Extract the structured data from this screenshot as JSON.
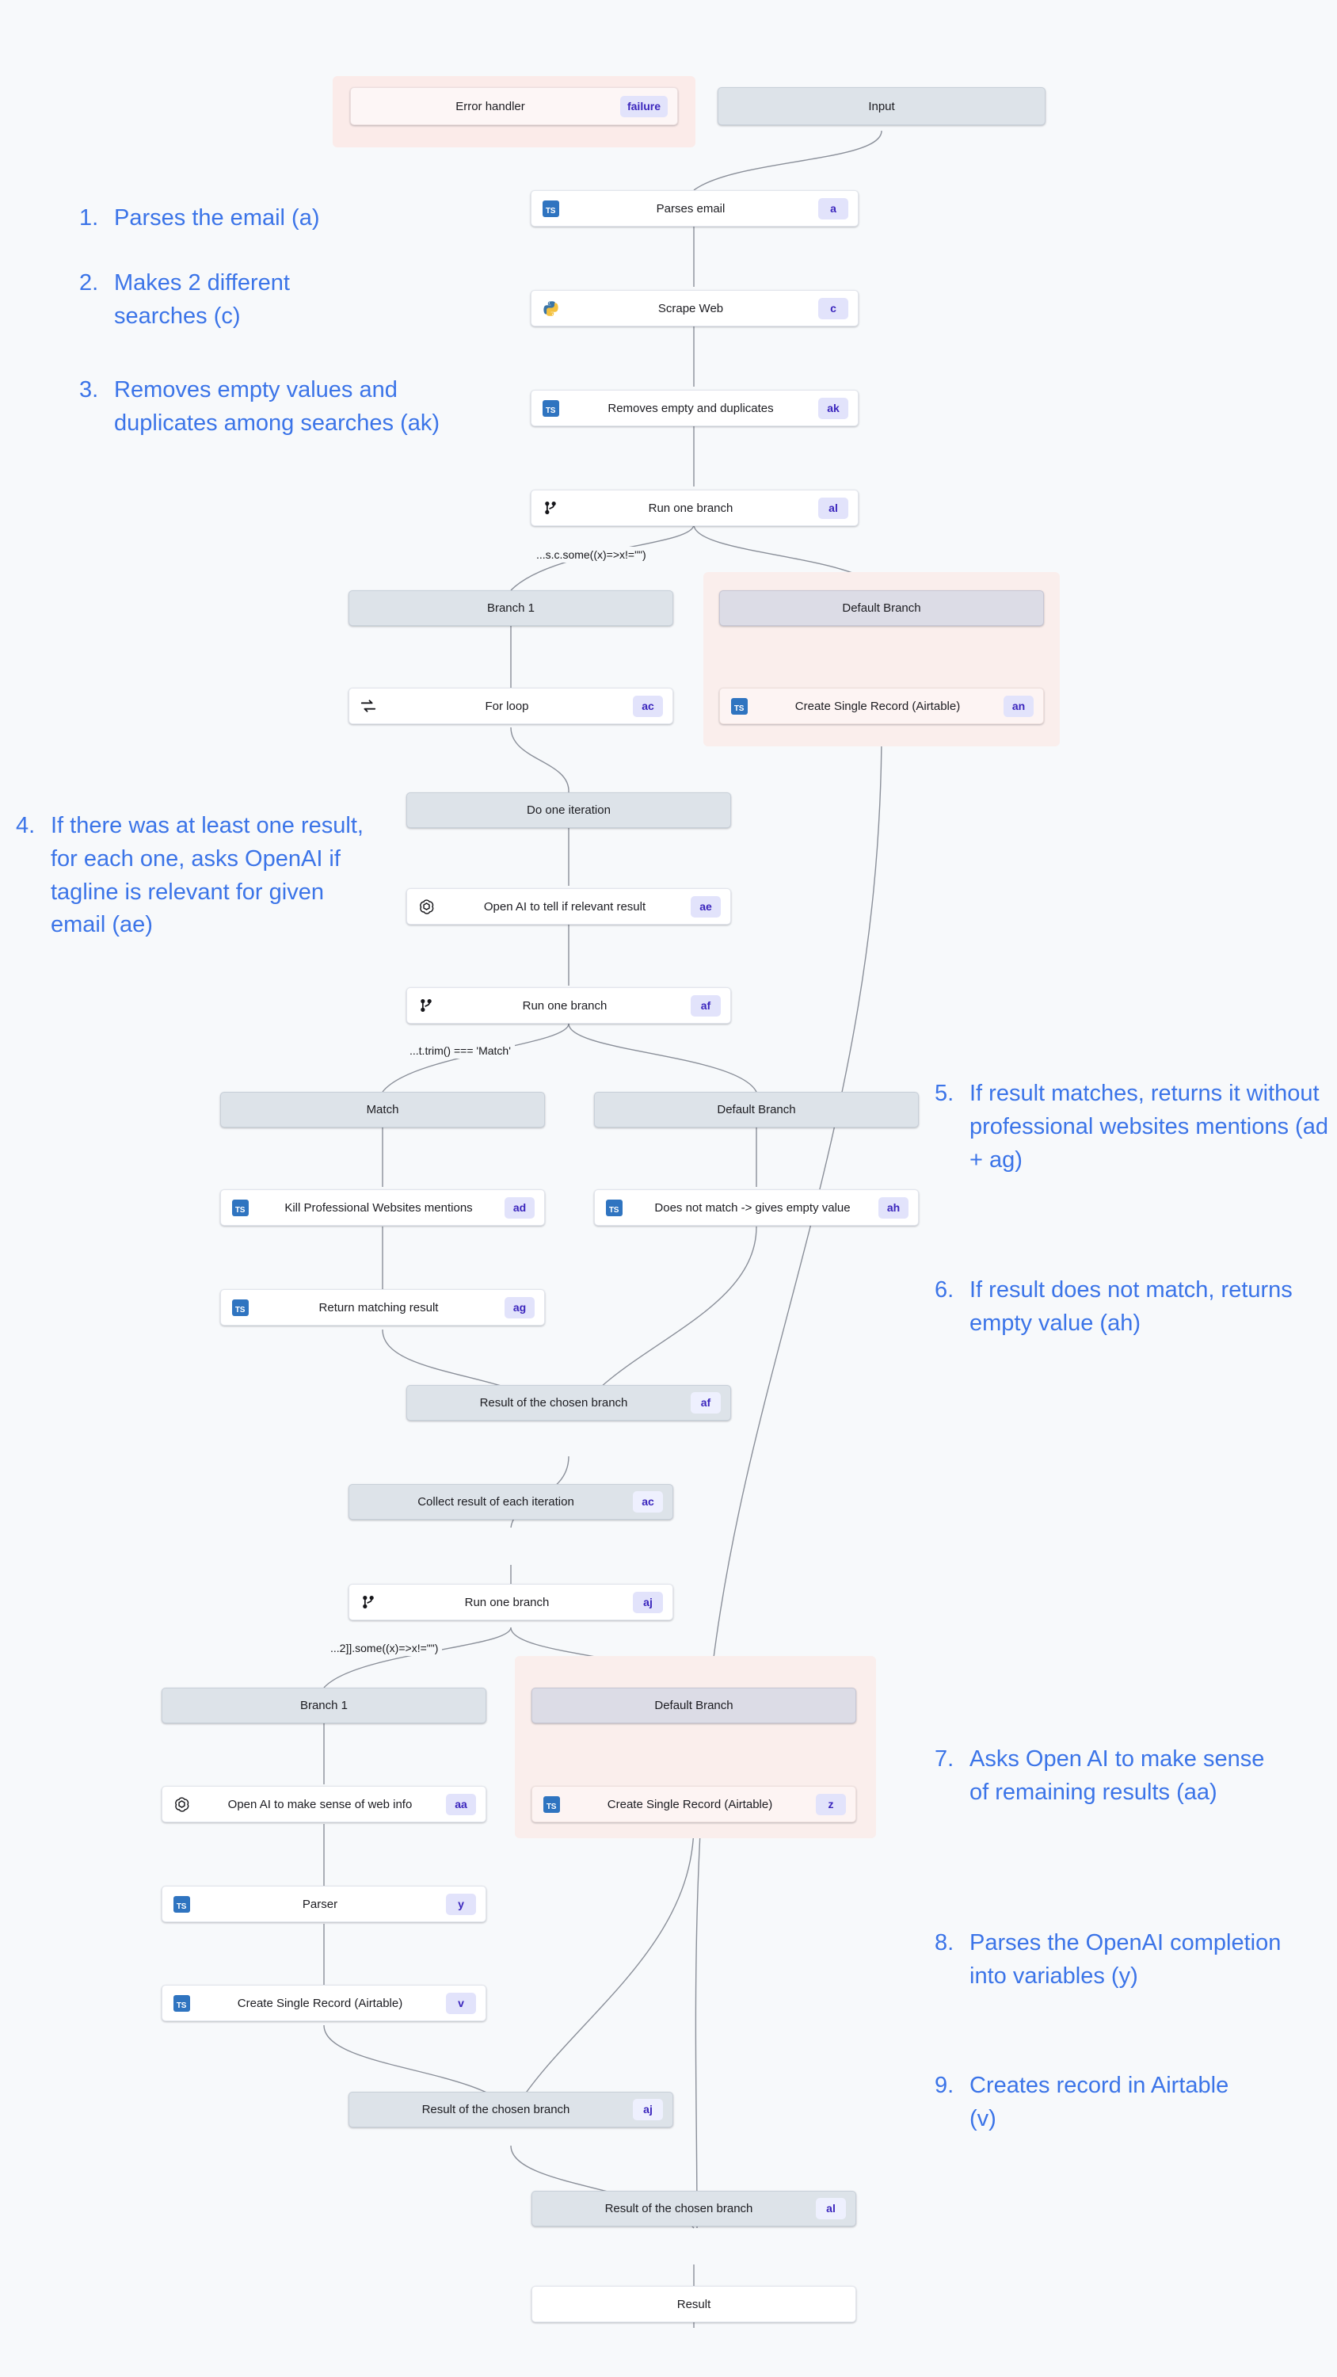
{
  "canvas": {
    "background": "#f7f9fb",
    "accent_blue": "#3b74e8",
    "badge_bg": "#e2e3fb",
    "badge_fg": "#3b26bd",
    "node_gray": "#dde3e9",
    "default_branch_gray": "#dcdce6",
    "pink_region": "#faeeec"
  },
  "nodes": {
    "error_handler": {
      "label": "Error handler",
      "badge": "failure",
      "icon": "none"
    },
    "input": {
      "label": "Input",
      "badge": "",
      "icon": "none"
    },
    "parses_email": {
      "label": "Parses email",
      "badge": "a",
      "icon": "typescript-icon"
    },
    "scrape_web": {
      "label": "Scrape Web",
      "badge": "c",
      "icon": "python-icon"
    },
    "removes_empty": {
      "label": "Removes empty and duplicates",
      "badge": "ak",
      "icon": "typescript-icon"
    },
    "run_one_branch_al": {
      "label": "Run one branch",
      "badge": "al",
      "icon": "branch-icon"
    },
    "branch_1_top": {
      "label": "Branch 1",
      "badge": "",
      "icon": "none"
    },
    "default_branch_top": {
      "label": "Default Branch",
      "badge": "",
      "icon": "none"
    },
    "for_loop": {
      "label": "For loop",
      "badge": "ac",
      "icon": "loop-icon"
    },
    "create_record_an": {
      "label": "Create Single Record (Airtable)",
      "badge": "an",
      "icon": "typescript-icon"
    },
    "do_one_iteration": {
      "label": "Do one iteration",
      "badge": "",
      "icon": "none"
    },
    "openai_relevant": {
      "label": "Open AI to tell if relevant result",
      "badge": "ae",
      "icon": "openai-icon"
    },
    "run_one_branch_af": {
      "label": "Run one branch",
      "badge": "af",
      "icon": "branch-icon"
    },
    "match": {
      "label": "Match",
      "badge": "",
      "icon": "none"
    },
    "default_branch_mid": {
      "label": "Default Branch",
      "badge": "",
      "icon": "none"
    },
    "kill_mentions": {
      "label": "Kill Professional Websites mentions",
      "badge": "ad",
      "icon": "typescript-icon"
    },
    "does_not_match": {
      "label": "Does not match -> gives empty value",
      "badge": "ah",
      "icon": "typescript-icon"
    },
    "return_matching": {
      "label": "Return matching result",
      "badge": "ag",
      "icon": "typescript-icon"
    },
    "result_chosen_af": {
      "label": "Result of the chosen branch",
      "badge": "af",
      "icon": "none"
    },
    "collect_result": {
      "label": "Collect result of each iteration",
      "badge": "ac",
      "icon": "none"
    },
    "run_one_branch_aj": {
      "label": "Run one branch",
      "badge": "aj",
      "icon": "branch-icon"
    },
    "branch_1_bottom": {
      "label": "Branch 1",
      "badge": "",
      "icon": "none"
    },
    "default_branch_bottom": {
      "label": "Default Branch",
      "badge": "",
      "icon": "none"
    },
    "openai_web_info": {
      "label": "Open AI to make sense of web info",
      "badge": "aa",
      "icon": "openai-icon"
    },
    "create_record_z": {
      "label": "Create Single Record (Airtable)",
      "badge": "z",
      "icon": "typescript-icon"
    },
    "parser": {
      "label": "Parser",
      "badge": "y",
      "icon": "typescript-icon"
    },
    "create_record_v": {
      "label": "Create Single Record (Airtable)",
      "badge": "v",
      "icon": "typescript-icon"
    },
    "result_chosen_aj": {
      "label": "Result of the chosen branch",
      "badge": "aj",
      "icon": "none"
    },
    "result_chosen_al": {
      "label": "Result of the chosen branch",
      "badge": "al",
      "icon": "none"
    },
    "result": {
      "label": "Result",
      "badge": "",
      "icon": "none"
    }
  },
  "conditions": {
    "cond_al": "...s.c.some((x)=>x!=\"\")",
    "cond_af": "...t.trim() === 'Match'",
    "cond_aj": "...2]].some((x)=>x!=\"\")"
  },
  "annotations": [
    {
      "num": "1.",
      "text": "Parses the email (a)"
    },
    {
      "num": "2.",
      "text": "Makes 2 different searches (c)"
    },
    {
      "num": "3.",
      "text": "Removes empty values and duplicates among searches (ak)"
    },
    {
      "num": "4.",
      "text": "If there was at least one result, for each one, asks OpenAI if tagline is relevant for given email (ae)"
    },
    {
      "num": "5.",
      "text": "If result matches, returns it without professional websites mentions (ad + ag)"
    },
    {
      "num": "6.",
      "text": "If result does not match, returns empty value (ah)"
    },
    {
      "num": "7.",
      "text": "Asks Open AI to make sense of remaining results (aa)"
    },
    {
      "num": "8.",
      "text": "Parses the OpenAI completion into variables (y)"
    },
    {
      "num": "9.",
      "text": "Creates record in Airtable (v)"
    }
  ]
}
